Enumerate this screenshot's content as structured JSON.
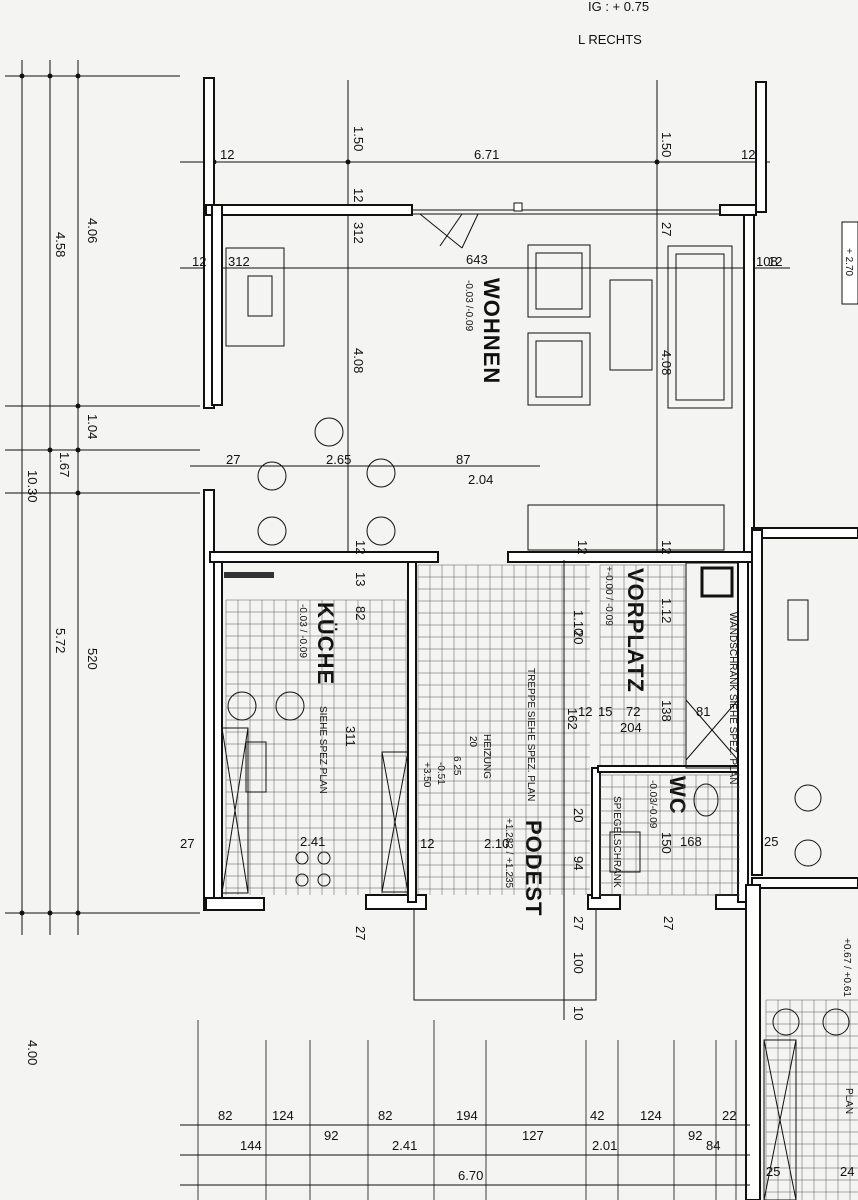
{
  "header": {
    "line1": "IG :     + 0.75",
    "line2": "L    RECHTS"
  },
  "rooms": {
    "wohnen": {
      "name": "WOHNEN",
      "level": "-0.03 /-0.09"
    },
    "kuche": {
      "name": "KÜCHE",
      "level": "-0.03 / -0.09",
      "note": "SIEHE SPEZ PLAN"
    },
    "vorplatz": {
      "name": "VORPLATZ",
      "level": "+-0.00 / -0.09"
    },
    "podest": {
      "name": "PODEST",
      "level": "+1.282 / +1.235"
    },
    "wc": {
      "name": "WC",
      "level": "-0.03/-0.09"
    }
  },
  "notes": {
    "treppe": "TREPPE SIEHE SPEZ. PLAN",
    "wandschrank": "WANDSCHRANK SIEHE SPEZ. PLAN",
    "heizung": "HEIZUNG",
    "spiegelschrank": "SPIEGELSCHRANK",
    "stair_a": "20",
    "stair_b": "6 25",
    "stair_c": "-0.51",
    "stair_d": "+3.50",
    "right_edge": "+ 2.70",
    "right_edge_b": "+0.67 / +0.61",
    "plan_small": "PLAN"
  },
  "dims_left": {
    "d1": "4.06",
    "d2": "4.58",
    "d3": "1.04",
    "d4": "1.67",
    "d5": "10.30",
    "d6": "5.72",
    "d7": "520",
    "d8": "4.00"
  },
  "dims_top": {
    "w1": "6.71",
    "w2": "1.50",
    "w3": "1.50",
    "w4": "12",
    "w5": "12",
    "w6": "12",
    "w7": "312",
    "w8": "643",
    "w9": "27"
  },
  "dims_inner": {
    "a": "12",
    "b": "312",
    "c": "108",
    "d": "12",
    "e": "4.08",
    "f": "4.08",
    "g": "27",
    "h": "2.65",
    "i": "87",
    "j": "2.04",
    "k": "12",
    "l": "12",
    "m": "12",
    "n": "13",
    "o": "82",
    "p": "1.10",
    "q": "20",
    "r": "1.12",
    "s": "12",
    "t": "15",
    "u": "72",
    "v": "138",
    "w": "162",
    "x": "204",
    "y": "81",
    "z": "311",
    "aa": "27",
    "ab": "2.41",
    "ac": "12",
    "ad": "2.10",
    "ae": "20",
    "af": "94",
    "ag": "150",
    "ah": "168",
    "ai": "25",
    "aj": "27",
    "ak": "27",
    "al": "100",
    "am": "10",
    "an": "27"
  },
  "dims_bottom": {
    "r1": [
      "82",
      "124",
      "82",
      "194",
      "42",
      "124",
      "22"
    ],
    "r2": [
      "144",
      "92",
      "2.41",
      "127",
      "2.01",
      "92",
      "84"
    ],
    "total": "6.70",
    "corner_a": "25",
    "corner_b": "24"
  }
}
